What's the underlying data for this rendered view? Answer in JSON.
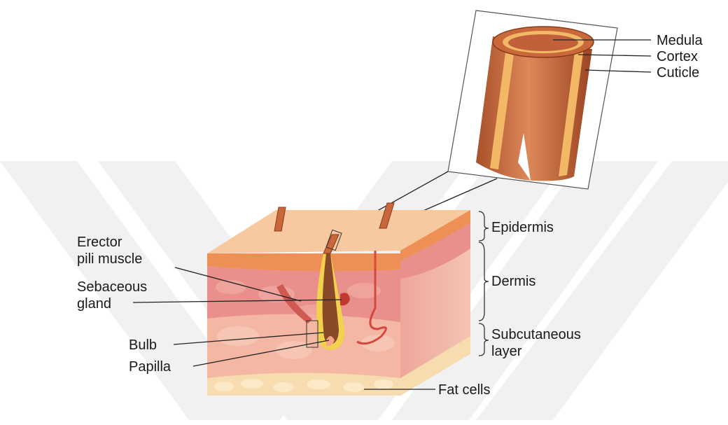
{
  "labels": {
    "medula": "Medula",
    "cortex": "Cortex",
    "cuticle": "Cuticle",
    "epidermis": "Epidermis",
    "dermis": "Dermis",
    "subcutaneous_1": "Subcutaneous",
    "subcutaneous_2": "layer",
    "erector_1": "Erector",
    "erector_2": "pili muscle",
    "sebaceous_1": "Sebaceous",
    "sebaceous_2": "gland",
    "bulb": "Bulb",
    "papilla": "Papilla",
    "fat_cells": "Fat cells"
  },
  "colors": {
    "hair_shaft": "#c8673a",
    "hair_shaft_dark": "#9c4422",
    "cortex_band": "#f2b865",
    "epidermis_top": "#f7c9a0",
    "epidermis_band": "#ee8f55",
    "dermis": "#e9908c",
    "subcutaneous": "#f3b7a4",
    "fat": "#f6dcae",
    "watermark": "#f0f0f0"
  }
}
